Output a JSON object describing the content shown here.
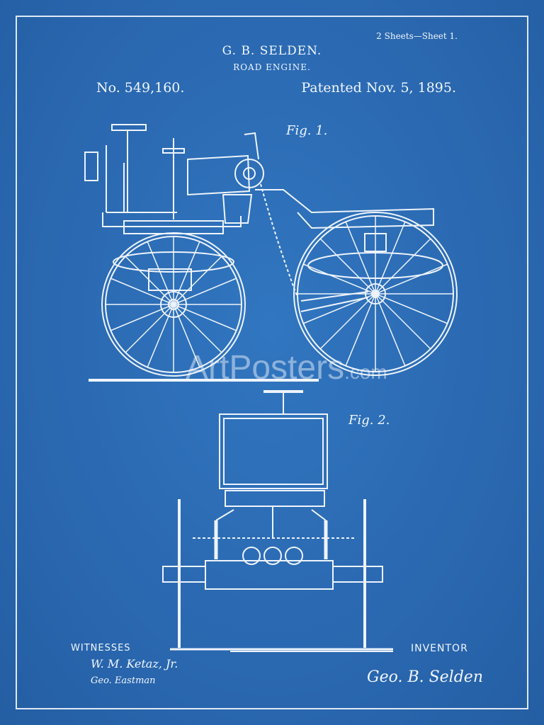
{
  "header": {
    "sheet": "2 Sheets—Sheet 1.",
    "inventor": "G. B. SELDEN.",
    "title": "ROAD ENGINE.",
    "patent_number": "No. 549,160.",
    "patent_date": "Patented Nov. 5, 1895."
  },
  "figures": {
    "fig1": "Fig. 1.",
    "fig2": "Fig. 2."
  },
  "footer": {
    "witnesses_label": "WITNESSES",
    "witness1": "W. M. Ketaz, Jr.",
    "witness2": "Geo. Eastman",
    "inventor_label": "INVENTOR",
    "inventor_signature": "Geo. B. Selden"
  },
  "watermark": {
    "main": "ArtPosters",
    "suffix": ".com"
  },
  "colors": {
    "background": "#2c6cb4",
    "lines": "#eef4fb"
  }
}
